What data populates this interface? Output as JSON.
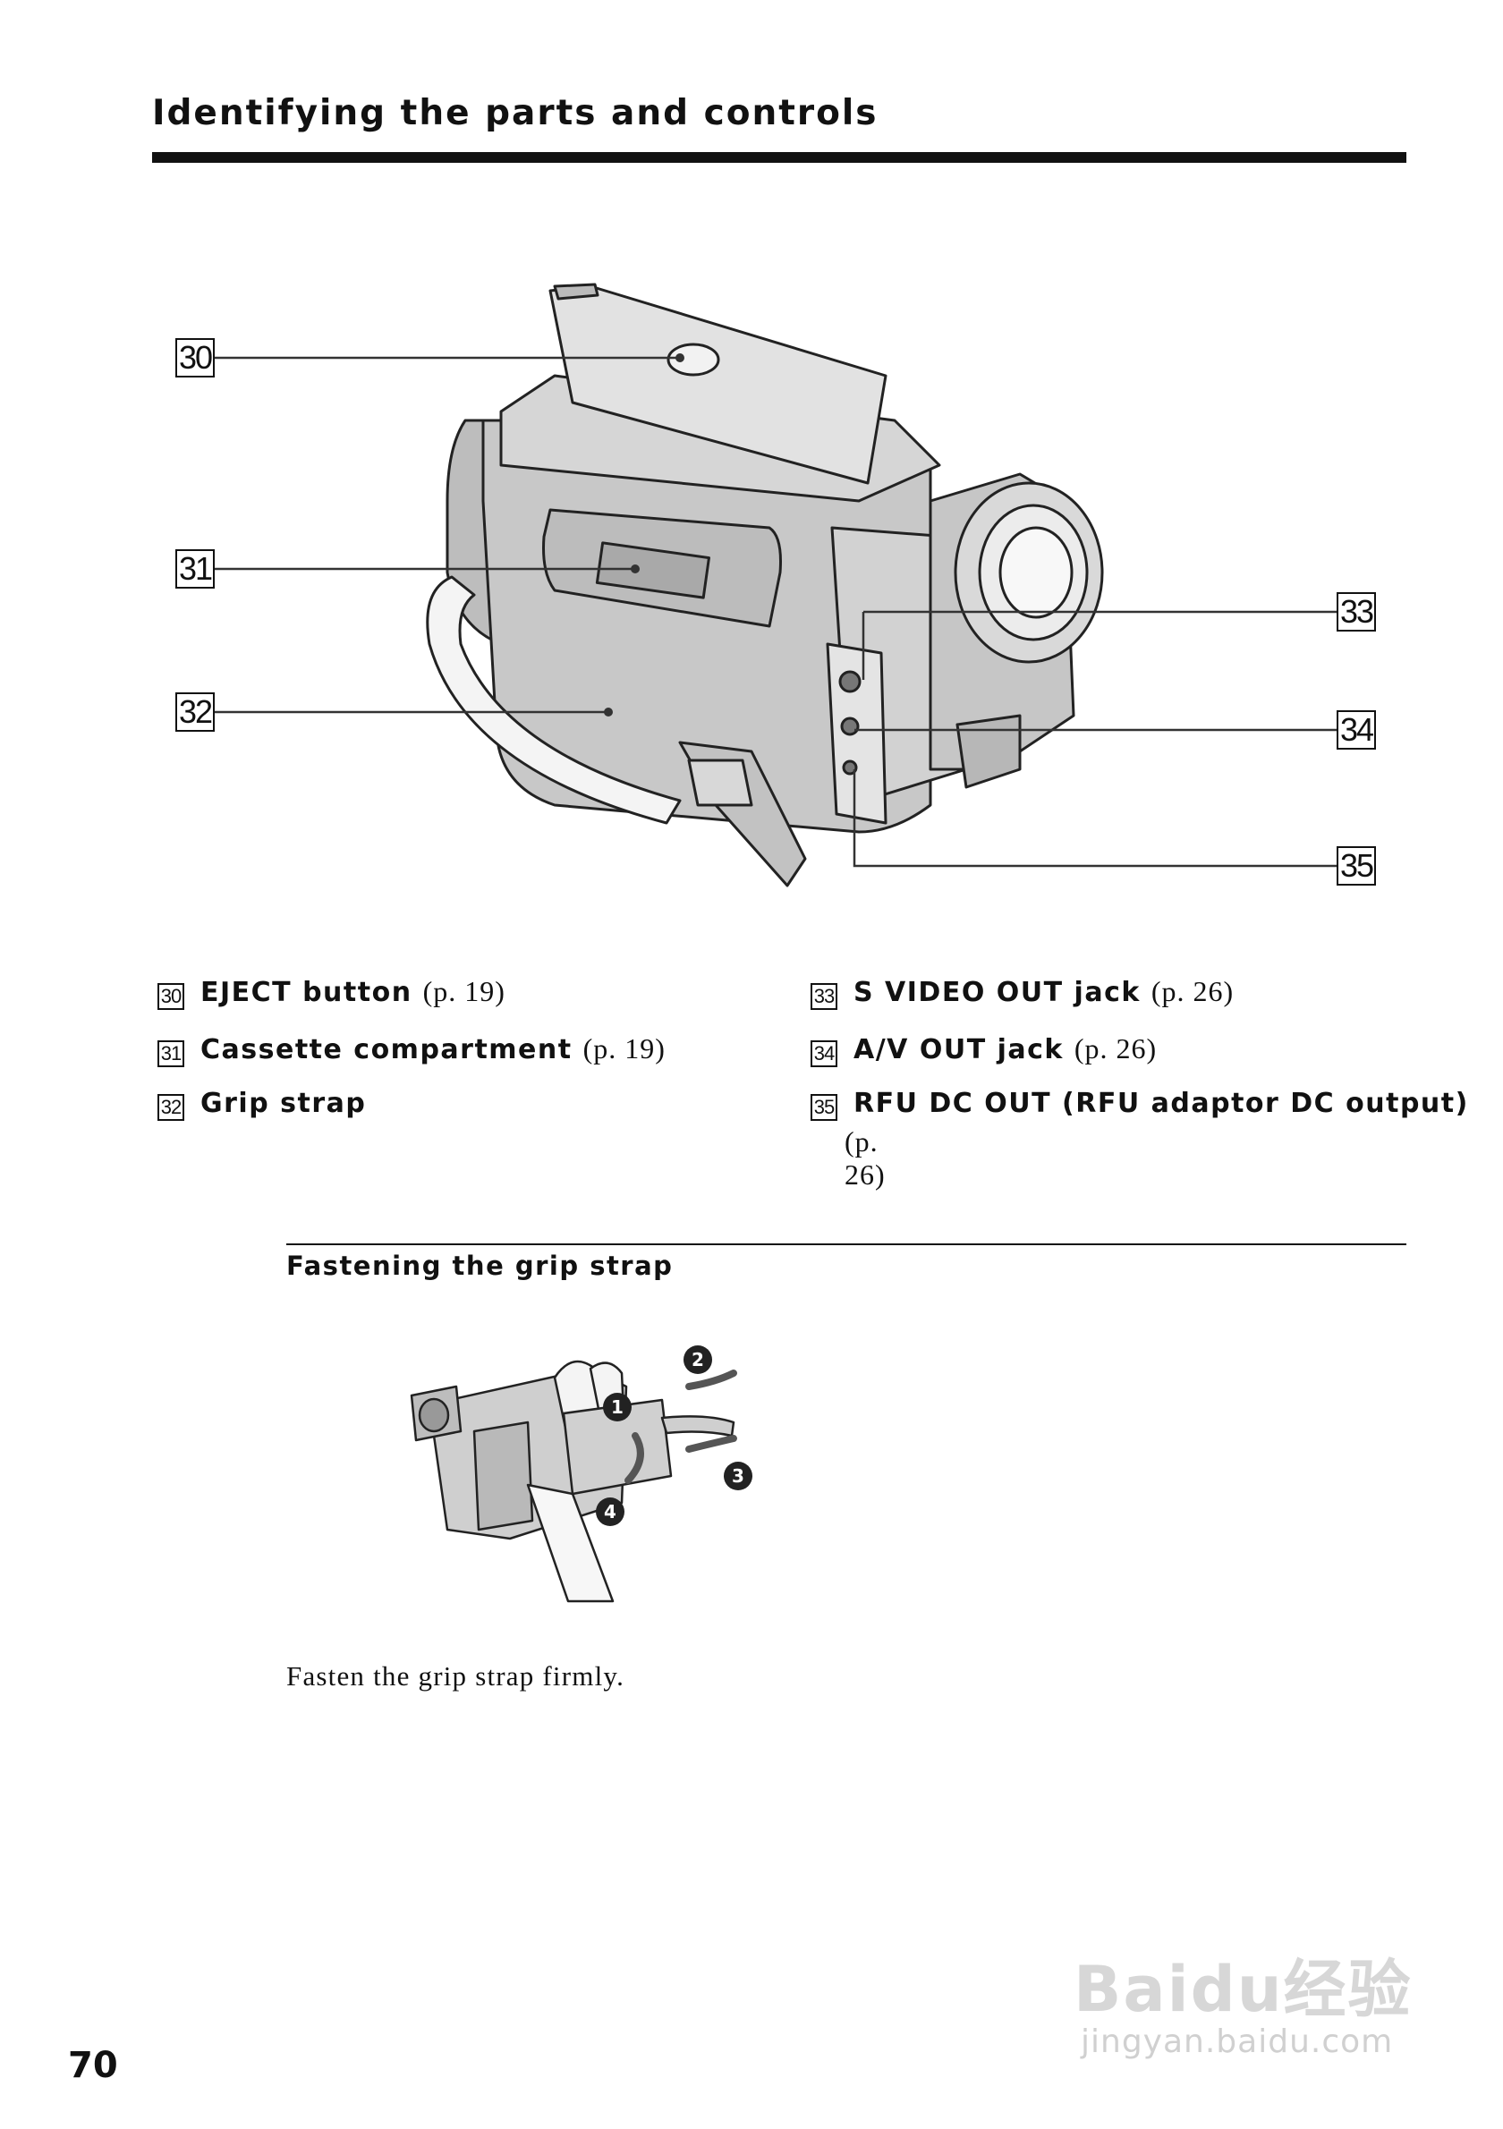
{
  "header": {
    "title": "Identifying the parts and controls"
  },
  "callouts": [
    "30",
    "31",
    "32",
    "33",
    "34",
    "35"
  ],
  "legend": {
    "left": [
      {
        "num": "30",
        "label": "EJECT button",
        "ref": "(p. 19)"
      },
      {
        "num": "31",
        "label": "Cassette compartment",
        "ref": "(p. 19)"
      },
      {
        "num": "32",
        "label": "Grip strap",
        "ref": ""
      }
    ],
    "right": [
      {
        "num": "33",
        "label": "S VIDEO OUT jack",
        "ref": "(p. 26)"
      },
      {
        "num": "34",
        "label": "A/V OUT jack",
        "ref": "(p. 26)"
      },
      {
        "num": "35",
        "label": "RFU DC OUT (RFU adaptor DC output)",
        "ref": "(p. 26)"
      }
    ]
  },
  "section": {
    "title": "Fastening the grip strap",
    "steps": [
      "1",
      "2",
      "3",
      "4"
    ],
    "body": "Fasten the grip strap firmly."
  },
  "page_number": "70",
  "watermark": {
    "line1": "Baidu经验",
    "line2": "jingyan.baidu.com"
  }
}
